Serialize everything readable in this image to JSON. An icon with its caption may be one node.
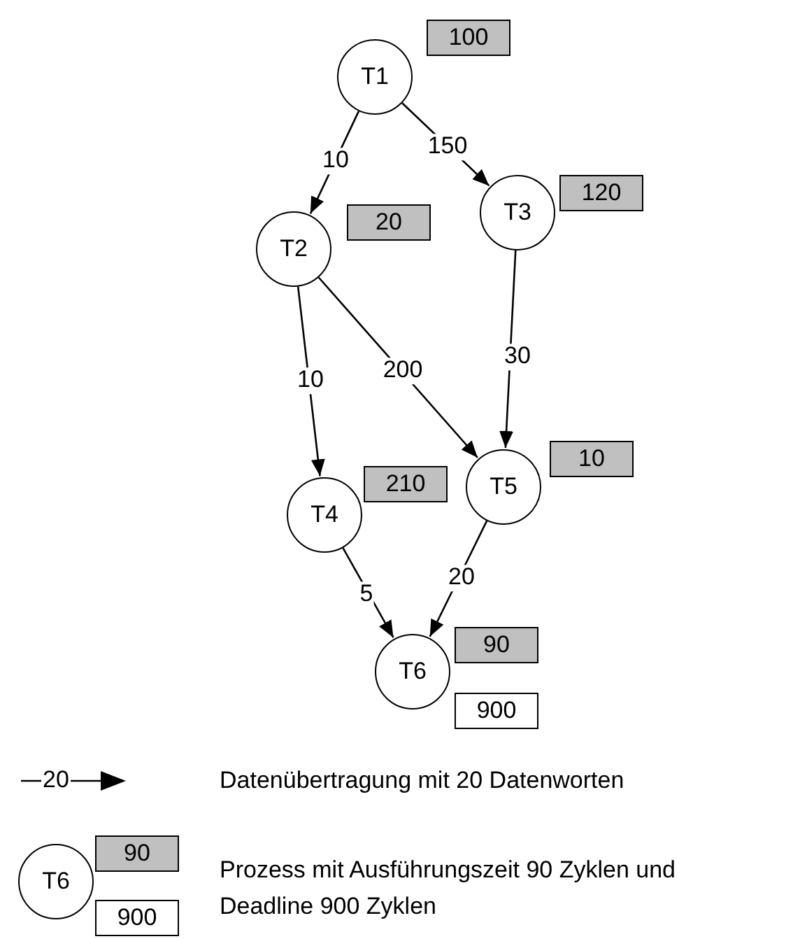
{
  "diagram": {
    "nodes": [
      {
        "text": [
          "T1"
        ],
        "beside": [
          "100"
        ]
      },
      {
        "text": [
          "T2"
        ],
        "beside": [
          "20"
        ]
      },
      {
        "text": [
          "T3"
        ],
        "beside": [
          "120"
        ]
      },
      {
        "text": [
          "T4"
        ],
        "beside": [
          "210"
        ]
      },
      {
        "text": [
          "T5"
        ],
        "beside": [
          "10"
        ]
      },
      {
        "text": [
          "T6"
        ],
        "beside": [
          "90",
          "900"
        ]
      },
      {
        "text": [
          "T6"
        ],
        "beside": [
          "90",
          "900"
        ]
      }
    ],
    "edges": [
      {
        "from": 0,
        "to": 1,
        "arrow": "to",
        "label": "10"
      },
      {
        "from": 0,
        "to": 2,
        "arrow": "to",
        "label": "150"
      },
      {
        "from": 1,
        "to": 3,
        "arrow": "to",
        "label": "10"
      },
      {
        "from": 1,
        "to": 4,
        "arrow": "to",
        "label": "200"
      },
      {
        "from": 2,
        "to": 4,
        "arrow": "to",
        "label": "30"
      },
      {
        "from": 3,
        "to": 5,
        "arrow": "to",
        "label": "5"
      },
      {
        "from": 4,
        "to": 5,
        "arrow": "to",
        "label": "20"
      }
    ],
    "labels": [
      "20"
    ],
    "legend": [
      {
        "text": "Datenübertragung mit 20 Datenworten"
      },
      {
        "text": "Prozess mit Ausführungszeit 90 Zyklen und Deadline 900 Zyklen"
      }
    ]
  }
}
